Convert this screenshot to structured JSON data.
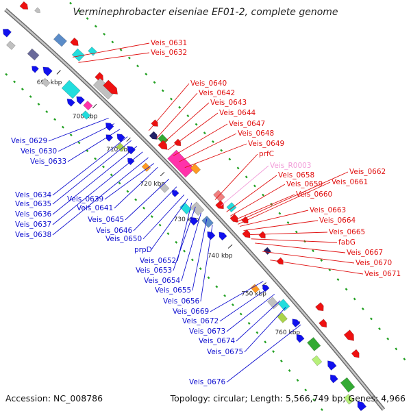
{
  "title": "Verminephrobacter eiseniae EF01-2, complete genome",
  "footer": {
    "accession": "Accession: NC_008786",
    "summary": "Topology: circular; Length: 5,566,749 bp; Genes: 4,966"
  },
  "colors": {
    "backbone": "#9a9a9a",
    "tick": "#2a2a2a",
    "dotted_track": "#22a022",
    "forward_label": "#e01010",
    "reverse_label": "#1010d0",
    "rna_label": "#f29ad8"
  },
  "scale": {
    "ticks": [
      "690 kbp",
      "700 kbp",
      "710 kbp",
      "720 kbp",
      "730 kbp",
      "740 kbp",
      "750 kbp",
      "760 kbp"
    ]
  },
  "forward_labels": [
    "Veis_0631",
    "Veis_0632",
    "Veis_0640",
    "Veis_0642",
    "Veis_0643",
    "Veis_0644",
    "Veis_0647",
    "Veis_0648",
    "Veis_0649",
    "prfC",
    "Veis_R0003",
    "Veis_0658",
    "Veis_0659",
    "Veis_0660",
    "Veis_0662",
    "Veis_0661",
    "Veis_0663",
    "Veis_0664",
    "Veis_0665",
    "fabG",
    "Veis_0667",
    "Veis_0670",
    "Veis_0671"
  ],
  "reverse_labels": [
    "Veis_0629",
    "Veis_0630",
    "Veis_0633",
    "Veis_0634",
    "Veis_0635",
    "Veis_0636",
    "Veis_0637",
    "Veis_0638",
    "Veis_0639",
    "Veis_0641",
    "Veis_0645",
    "Veis_0646",
    "Veis_0650",
    "prpD",
    "Veis_0652",
    "Veis_0653",
    "Veis_0654",
    "Veis_0655",
    "Veis_0656",
    "Veis_0669",
    "Veis_0672",
    "Veis_0673",
    "Veis_0674",
    "Veis_0675",
    "Veis_0676"
  ]
}
